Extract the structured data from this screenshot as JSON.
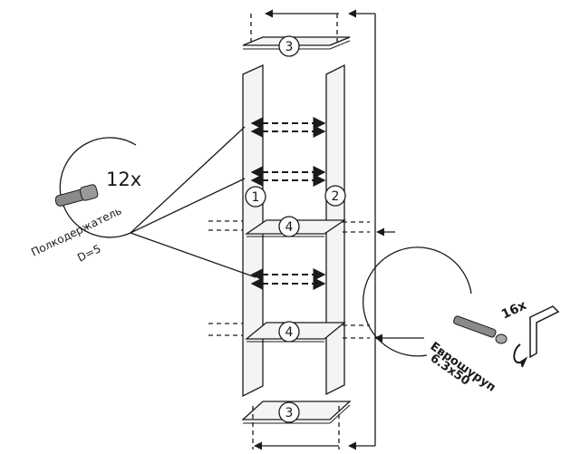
{
  "parts": {
    "side_left": "1",
    "side_right": "2",
    "top_panel": "3",
    "bottom_panel": "3",
    "shelf_upper": "4",
    "shelf_lower": "4"
  },
  "shelf_support": {
    "quantity": "12x",
    "name": "Полкодержатель",
    "size": "D=5"
  },
  "euro_screw": {
    "quantity": "16x",
    "name": "Еврошуруп",
    "size": "6.3x50"
  },
  "colors": {
    "line": "#1a1a1a",
    "panel_fill": "#f4f4f4",
    "hardware_fill": "#8a8a8a"
  },
  "icons": [
    "arrow-icon",
    "hex-key-icon",
    "rotation-arrow-icon",
    "shelf-pin-icon",
    "screw-icon"
  ]
}
